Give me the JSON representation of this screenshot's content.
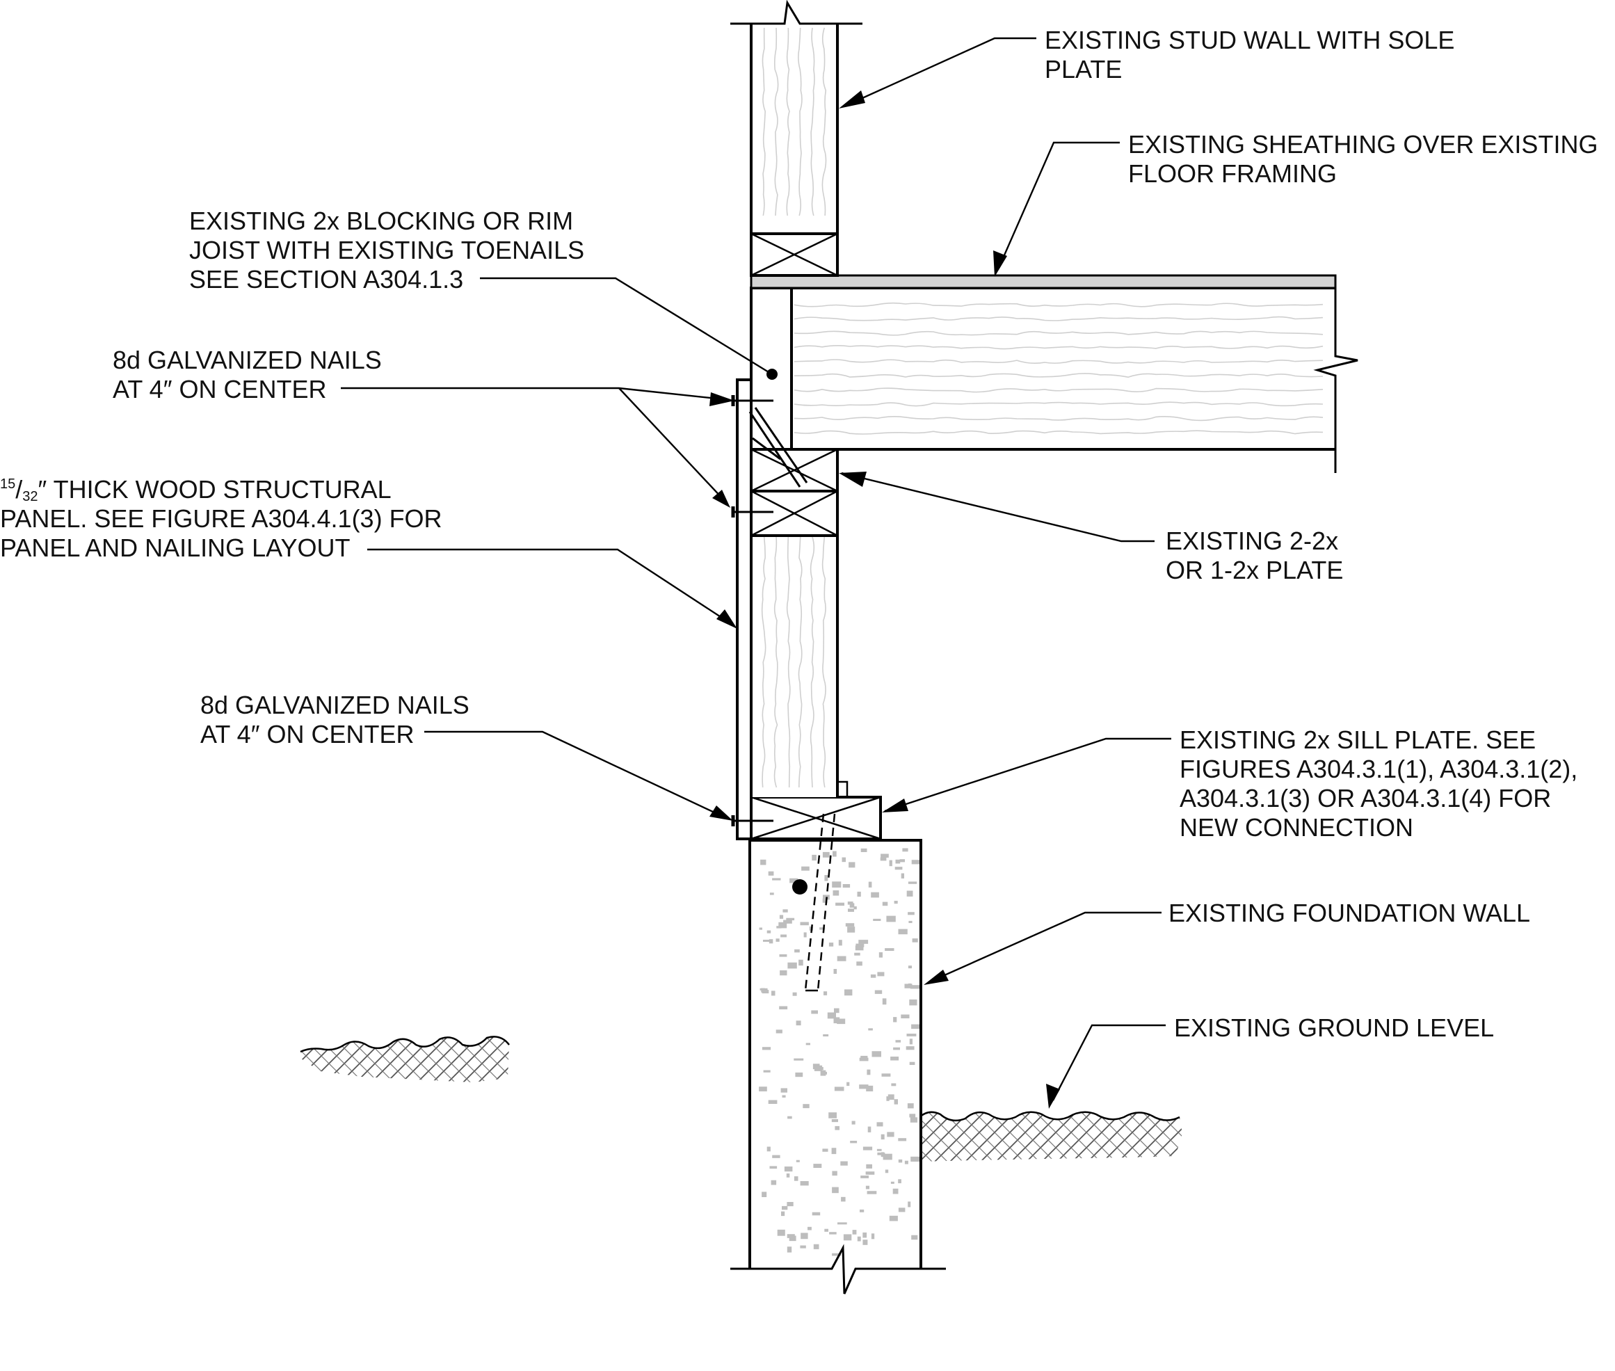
{
  "callouts": {
    "stud_wall": {
      "lines": [
        "EXISTING STUD WALL WITH SOLE",
        "PLATE"
      ]
    },
    "sheathing": {
      "lines": [
        "EXISTING SHEATHING OVER EXISTING",
        "FLOOR FRAMING"
      ]
    },
    "blocking": {
      "lines": [
        "EXISTING 2x BLOCKING OR RIM",
        "JOIST WITH EXISTING TOENAILS",
        "SEE SECTION A304.1.3"
      ]
    },
    "nails_upper": {
      "lines": [
        "8d GALVANIZED NAILS",
        "AT 4″ ON CENTER"
      ]
    },
    "panel": {
      "fraction_num": "15",
      "fraction_den": "32",
      "line1_rest": "″ THICK WOOD STRUCTURAL",
      "lines": [
        "PANEL. SEE FIGURE A304.4.1(3) FOR",
        "PANEL AND NAILING LAYOUT"
      ]
    },
    "plate": {
      "lines": [
        "EXISTING 2-2x",
        "OR 1-2x PLATE"
      ]
    },
    "nails_lower": {
      "lines": [
        "8d GALVANIZED NAILS",
        "AT 4″ ON CENTER"
      ]
    },
    "sill": {
      "lines": [
        "EXISTING 2x SILL PLATE. SEE",
        "FIGURES A304.3.1(1), A304.3.1(2),",
        "A304.3.1(3) OR A304.3.1(4) FOR",
        "NEW CONNECTION"
      ]
    },
    "foundation": {
      "lines": [
        "EXISTING FOUNDATION WALL"
      ]
    },
    "ground": {
      "lines": [
        "EXISTING GROUND LEVEL"
      ]
    }
  }
}
